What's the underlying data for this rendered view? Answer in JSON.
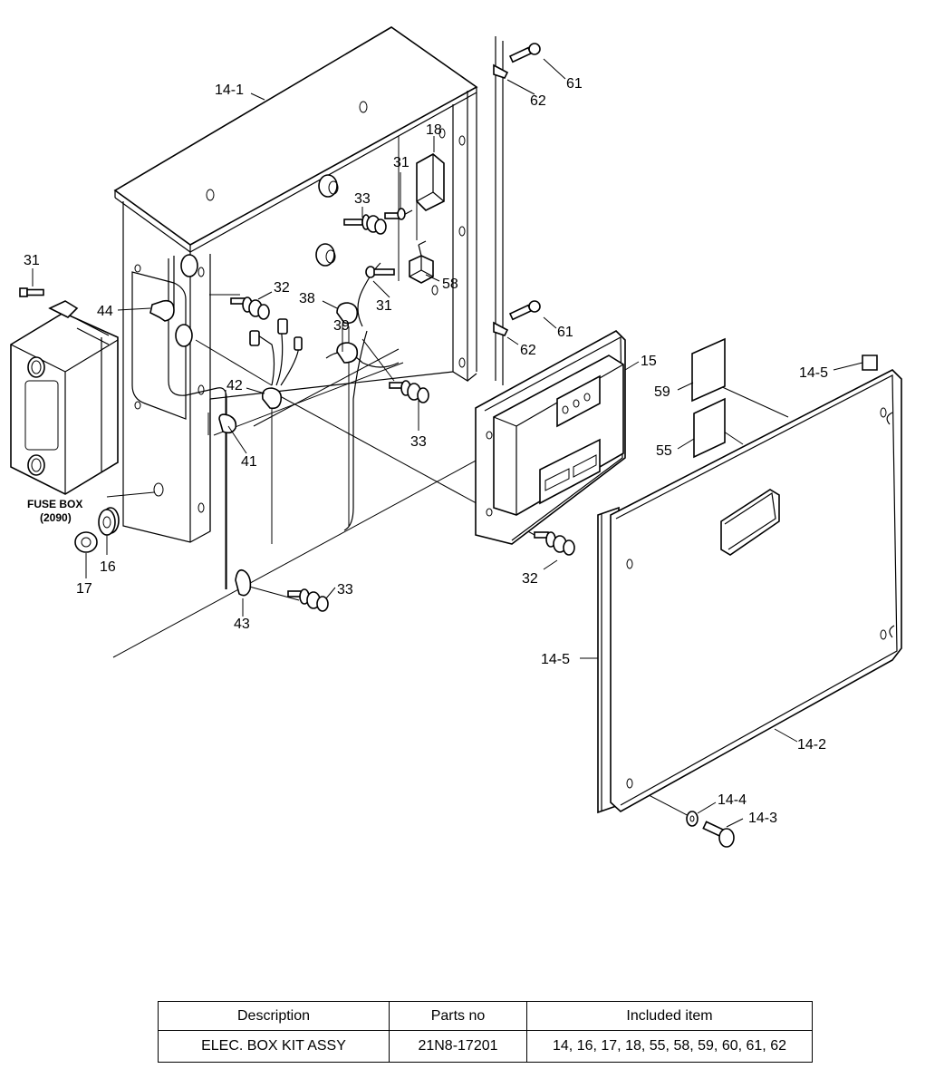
{
  "callouts": {
    "c14_1": "14-1",
    "c18": "18",
    "c31a": "31",
    "c31b": "31",
    "c31c": "31",
    "c33a": "33",
    "c33b": "33",
    "c33c": "33",
    "c32a": "32",
    "c32b": "32",
    "c38": "38",
    "c39": "39",
    "c58": "58",
    "c44": "44",
    "c42": "42",
    "c41": "41",
    "c43": "43",
    "c16": "16",
    "c17": "17",
    "c61a": "61",
    "c61b": "61",
    "c62a": "62",
    "c62b": "62",
    "c15": "15",
    "c59": "59",
    "c55": "55",
    "c14_5a": "14-5",
    "c14_5b": "14-5",
    "c14_2": "14-2",
    "c14_4": "14-4",
    "c14_3": "14-3"
  },
  "fuse_box": {
    "label": "FUSE BOX",
    "ref": "(2090)"
  },
  "parts_table": {
    "headers": [
      "Description",
      "Parts no",
      "Included item"
    ],
    "rows": [
      [
        "ELEC. BOX KIT ASSY",
        "21N8-17201",
        "14, 16, 17, 18, 55, 58, 59, 60, 61, 62"
      ]
    ]
  }
}
